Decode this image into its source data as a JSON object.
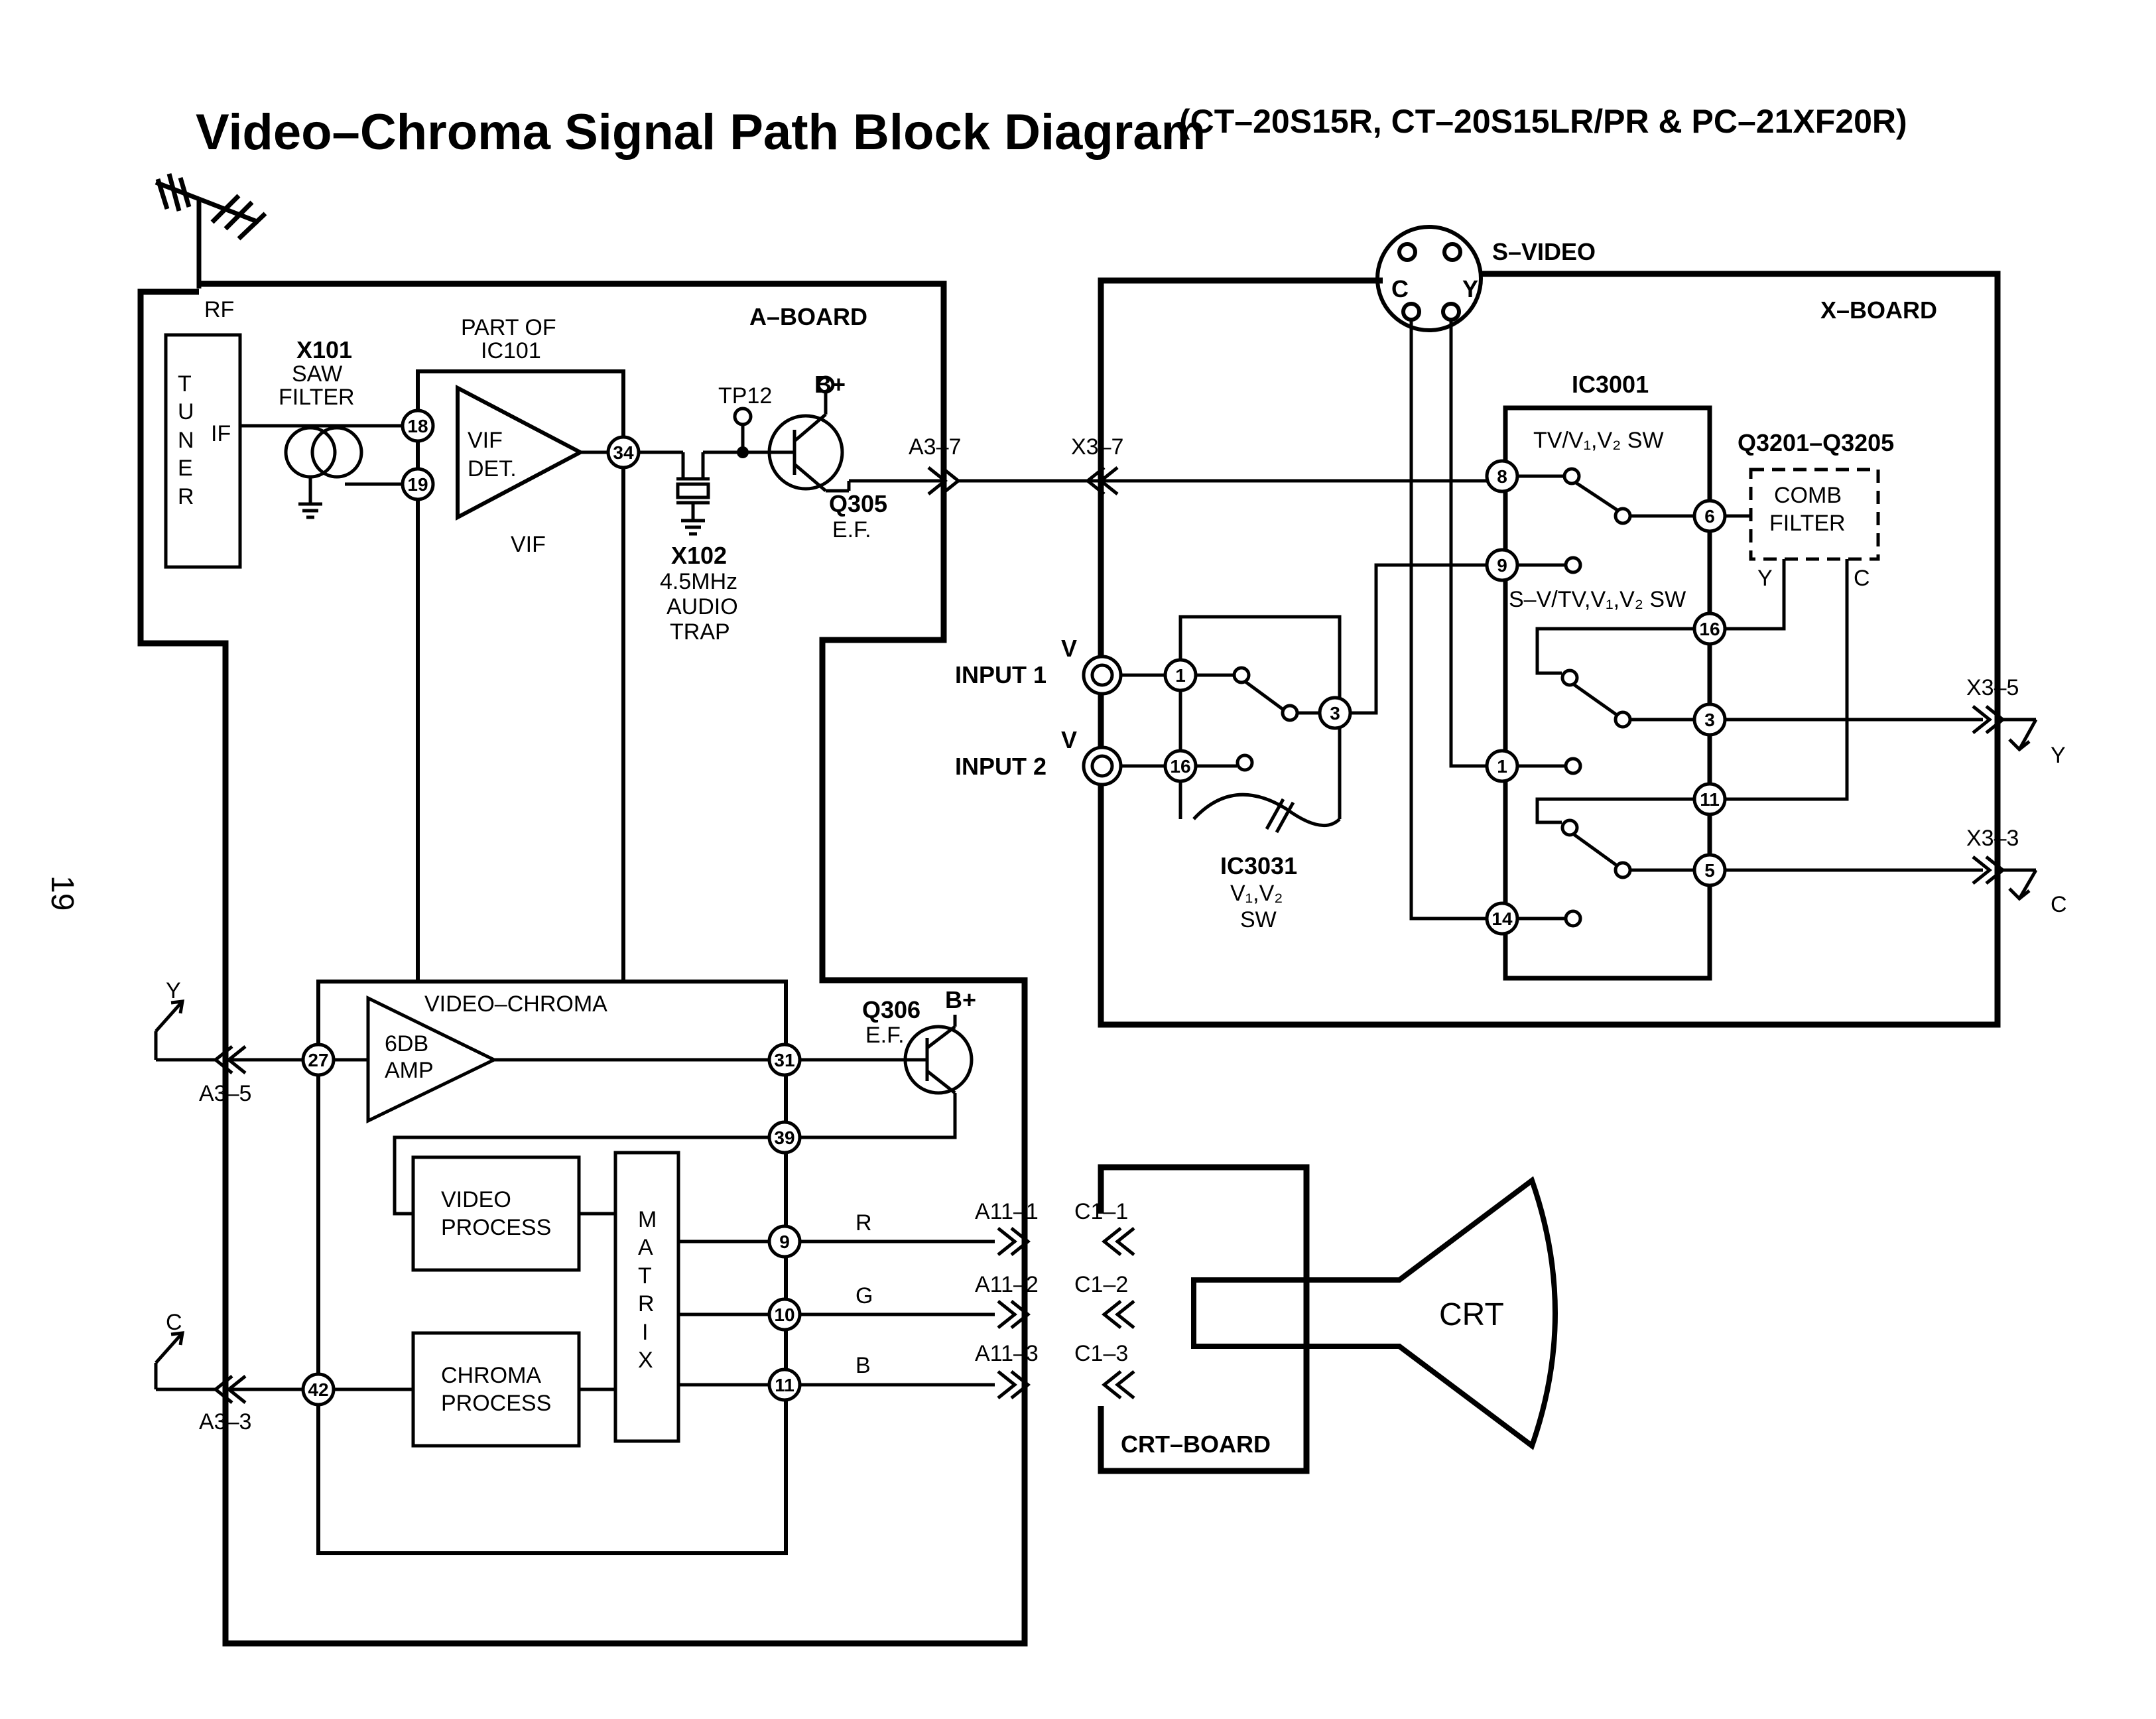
{
  "title": {
    "main": "Video–Chroma Signal Path Block Diagram",
    "models": "(CT–20S15R, CT–20S15LR/PR & PC–21XF20R)"
  },
  "page_number": "19",
  "a_board": {
    "label": "A–BOARD",
    "rf": "RF",
    "tuner_letters": [
      "T",
      "U",
      "N",
      "E",
      "R"
    ],
    "if": "IF",
    "saw_filter": [
      "X101",
      "SAW",
      "FILTER"
    ],
    "ic101": [
      "PART OF",
      "IC101"
    ],
    "vif_det": [
      "VIF",
      "DET."
    ],
    "vif": "VIF",
    "vif_pins": [
      "18",
      "19",
      "34"
    ],
    "tp12": "TP12",
    "bplus": "B+",
    "q305": [
      "Q305",
      "E.F."
    ],
    "audio_trap": [
      "X102",
      "4.5MHz",
      "AUDIO",
      "TRAP"
    ],
    "conn_a3_7": "A3–7"
  },
  "x_board": {
    "label": "X–BOARD",
    "s_video": "S–VIDEO",
    "svideo_pins": [
      "C",
      "Y"
    ],
    "conn_x3_7": "X3–7",
    "ic3001": "IC3001",
    "sw1": "TV/V₁,V₂ SW",
    "sw2": "S–V/TV,V₁,V₂ SW",
    "comb": [
      "Q3201–Q3205",
      "COMB",
      "FILTER"
    ],
    "comb_out": [
      "Y",
      "C"
    ],
    "ic3001_left_pins": [
      "8",
      "9",
      "1",
      "14"
    ],
    "ic3001_right_pins": [
      "6",
      "16",
      "3",
      "11",
      "5"
    ],
    "input1": "INPUT 1",
    "input2": "INPUT 2",
    "v": "V",
    "ic3031": [
      "IC3031",
      "V₁,V₂",
      "SW"
    ],
    "ic3031_pins": [
      "1",
      "16",
      "3"
    ],
    "conn_x3_5": "X3–5",
    "conn_x3_3": "X3–3",
    "out_y": "Y",
    "out_c": "C"
  },
  "video_chroma": {
    "label": "VIDEO–CHROMA",
    "amp": [
      "6DB",
      "AMP"
    ],
    "pins": [
      "27",
      "42",
      "31",
      "39",
      "9",
      "10",
      "11"
    ],
    "video_process": [
      "VIDEO",
      "PROCESS"
    ],
    "chroma_process": [
      "CHROMA",
      "PROCESS"
    ],
    "matrix": [
      "M",
      "A",
      "T",
      "R",
      "I",
      "X"
    ],
    "q306": [
      "Q306",
      "E.F."
    ],
    "bplus": "B+",
    "in_y": "Y",
    "in_c": "C",
    "conn_a3_5": "A3–5",
    "conn_a3_3": "A3–3"
  },
  "rgb": {
    "labels": [
      "R",
      "G",
      "B"
    ],
    "a_conns": [
      "A11–1",
      "A11–2",
      "A11–3"
    ],
    "c_conns": [
      "C1–1",
      "C1–2",
      "C1–3"
    ]
  },
  "crt": {
    "board": "CRT–BOARD",
    "label": "CRT"
  }
}
